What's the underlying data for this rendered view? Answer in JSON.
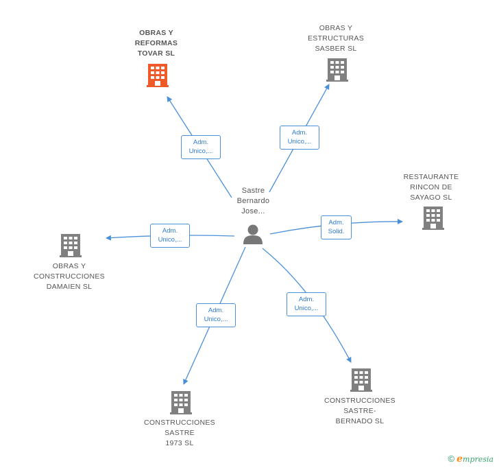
{
  "person": {
    "name": "Sastre\nBernardo\nJose..."
  },
  "companies": [
    {
      "id": "c1",
      "name": "OBRAS Y\nREFORMAS\nTOVAR  SL",
      "highlight": true
    },
    {
      "id": "c2",
      "name": "OBRAS Y\nESTRUCTURAS\nSASBER  SL",
      "highlight": false
    },
    {
      "id": "c3",
      "name": "RESTAURANTE\nRINCON DE\nSAYAGO  SL",
      "highlight": false
    },
    {
      "id": "c4",
      "name": "OBRAS Y\nCONSTRUCCIONES\nDAMAIEN  SL",
      "highlight": false
    },
    {
      "id": "c5",
      "name": "CONSTRUCCIONES\nSASTRE\n1973  SL",
      "highlight": false
    },
    {
      "id": "c6",
      "name": "CONSTRUCCIONES\nSASTRE-\nBERNADO SL",
      "highlight": false
    }
  ],
  "relations": [
    {
      "to": "c1",
      "label": "Adm.\nUnico,..."
    },
    {
      "to": "c2",
      "label": "Adm.\nUnico,..."
    },
    {
      "to": "c3",
      "label": "Adm.\nSolid."
    },
    {
      "to": "c4",
      "label": "Adm.\nUnico,..."
    },
    {
      "to": "c5",
      "label": "Adm.\nUnico,..."
    },
    {
      "to": "c6",
      "label": "Adm.\nUnico,..."
    }
  ],
  "colors": {
    "edge": "#4a90d9",
    "building": "#808080",
    "building_highlight": "#ee5a2a",
    "person": "#777777"
  },
  "footer": {
    "copyright": "©",
    "brand_initial": "e",
    "brand_rest": "mpresia"
  }
}
